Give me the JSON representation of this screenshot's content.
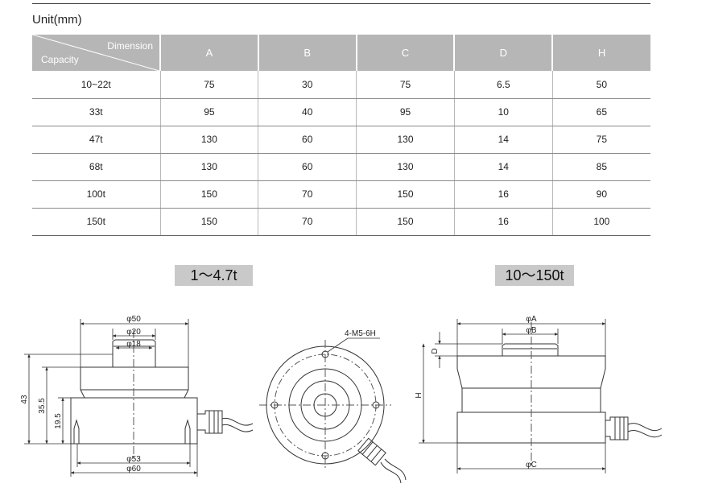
{
  "unit_label": "Unit(mm)",
  "table": {
    "corner_top": "Dimension",
    "corner_bottom": "Capacity",
    "columns": [
      "A",
      "B",
      "C",
      "D",
      "H"
    ],
    "rows": [
      {
        "capacity": "10~22t",
        "cells": [
          "75",
          "30",
          "75",
          "6.5",
          "50"
        ]
      },
      {
        "capacity": "33t",
        "cells": [
          "95",
          "40",
          "95",
          "10",
          "65"
        ]
      },
      {
        "capacity": "47t",
        "cells": [
          "130",
          "60",
          "130",
          "14",
          "75"
        ]
      },
      {
        "capacity": "68t",
        "cells": [
          "130",
          "60",
          "130",
          "14",
          "85"
        ]
      },
      {
        "capacity": "100t",
        "cells": [
          "150",
          "70",
          "150",
          "16",
          "90"
        ]
      },
      {
        "capacity": "150t",
        "cells": [
          "150",
          "70",
          "150",
          "16",
          "100"
        ]
      }
    ]
  },
  "ranges": {
    "small": "1～4.7t",
    "large": "10～150t"
  },
  "small_drawing": {
    "dia_top_outer": "φ50",
    "dia_top_mid": "φ20",
    "dia_top_inner": "φ18",
    "dia_bottom_inner": "φ53",
    "dia_bottom_outer": "φ60",
    "height_total": "43",
    "height_body": "35.5",
    "height_base": "19.5"
  },
  "top_view": {
    "thread_label": "4-M5-6H"
  },
  "large_drawing": {
    "dia_a": "φA",
    "dia_b": "φB",
    "dia_c": "φC",
    "dim_d": "D",
    "dim_h": "H"
  }
}
